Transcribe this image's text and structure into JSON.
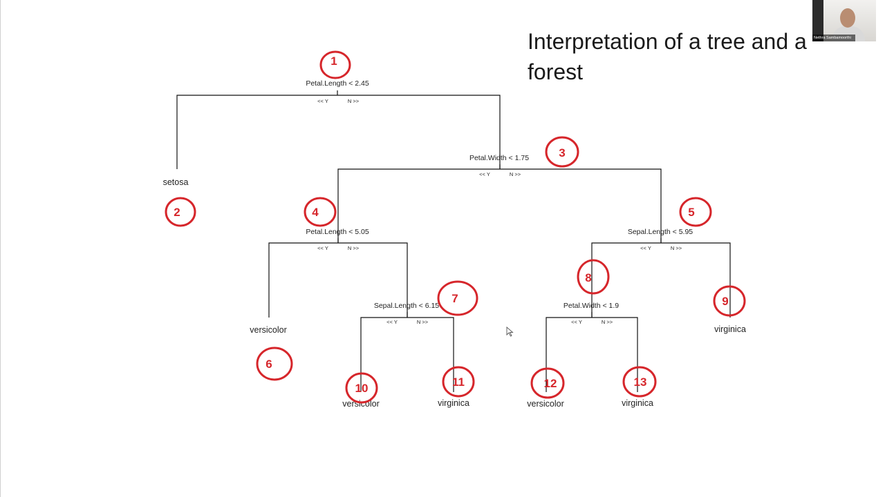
{
  "slide": {
    "title": "Interpretation of a tree and a forest"
  },
  "tree": {
    "yes_label": "<< Y",
    "no_label": "N >>",
    "splits": {
      "n1": "Petal.Length < 2.45",
      "n3": "Petal.Width < 1.75",
      "n4": "Petal.Length < 5.05",
      "n5": "Sepal.Length < 5.95",
      "n7": "Sepal.Length < 6.15",
      "n8": "Petal.Width < 1.9"
    },
    "leaves": {
      "n2": "setosa",
      "n6": "versicolor",
      "n9": "virginica",
      "n10": "versicolor",
      "n11": "virginica",
      "n12": "versicolor",
      "n13": "virginica"
    }
  },
  "annotations": {
    "a1": "1",
    "a2": "2",
    "a3": "3",
    "a4": "4",
    "a5": "5",
    "a6": "6",
    "a7": "7",
    "a8": "8",
    "a9": "9",
    "a10": "10",
    "a11": "11",
    "a12": "12",
    "a13": "13",
    "color": "#d6262b"
  },
  "webcam": {
    "participant_name": "Nethra Sambamoorthi"
  }
}
